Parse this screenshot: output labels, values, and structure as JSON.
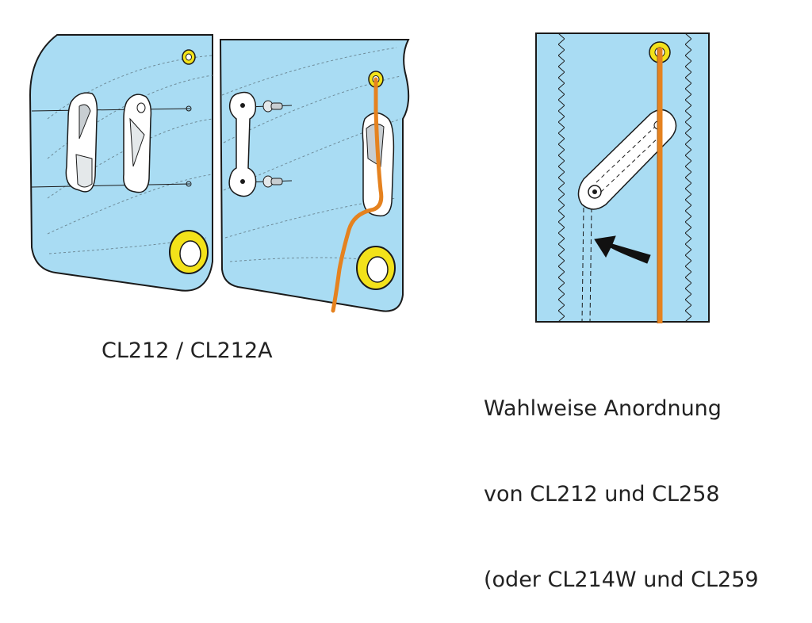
{
  "captions": {
    "left": "CL212 / CL212A",
    "right": {
      "line1": "Wahlweise Anordnung",
      "line2": "von CL212 und CL258",
      "line3": "(oder CL214W und CL259"
    }
  },
  "colors": {
    "sail": "#a9dcf3",
    "outline": "#1a1a1a",
    "stitch": "#6f8c99",
    "eyelet": "#f3e21a",
    "rope": "#e5821f",
    "fitting": "#ffffff",
    "fitting_shade": "#c8ced2"
  }
}
